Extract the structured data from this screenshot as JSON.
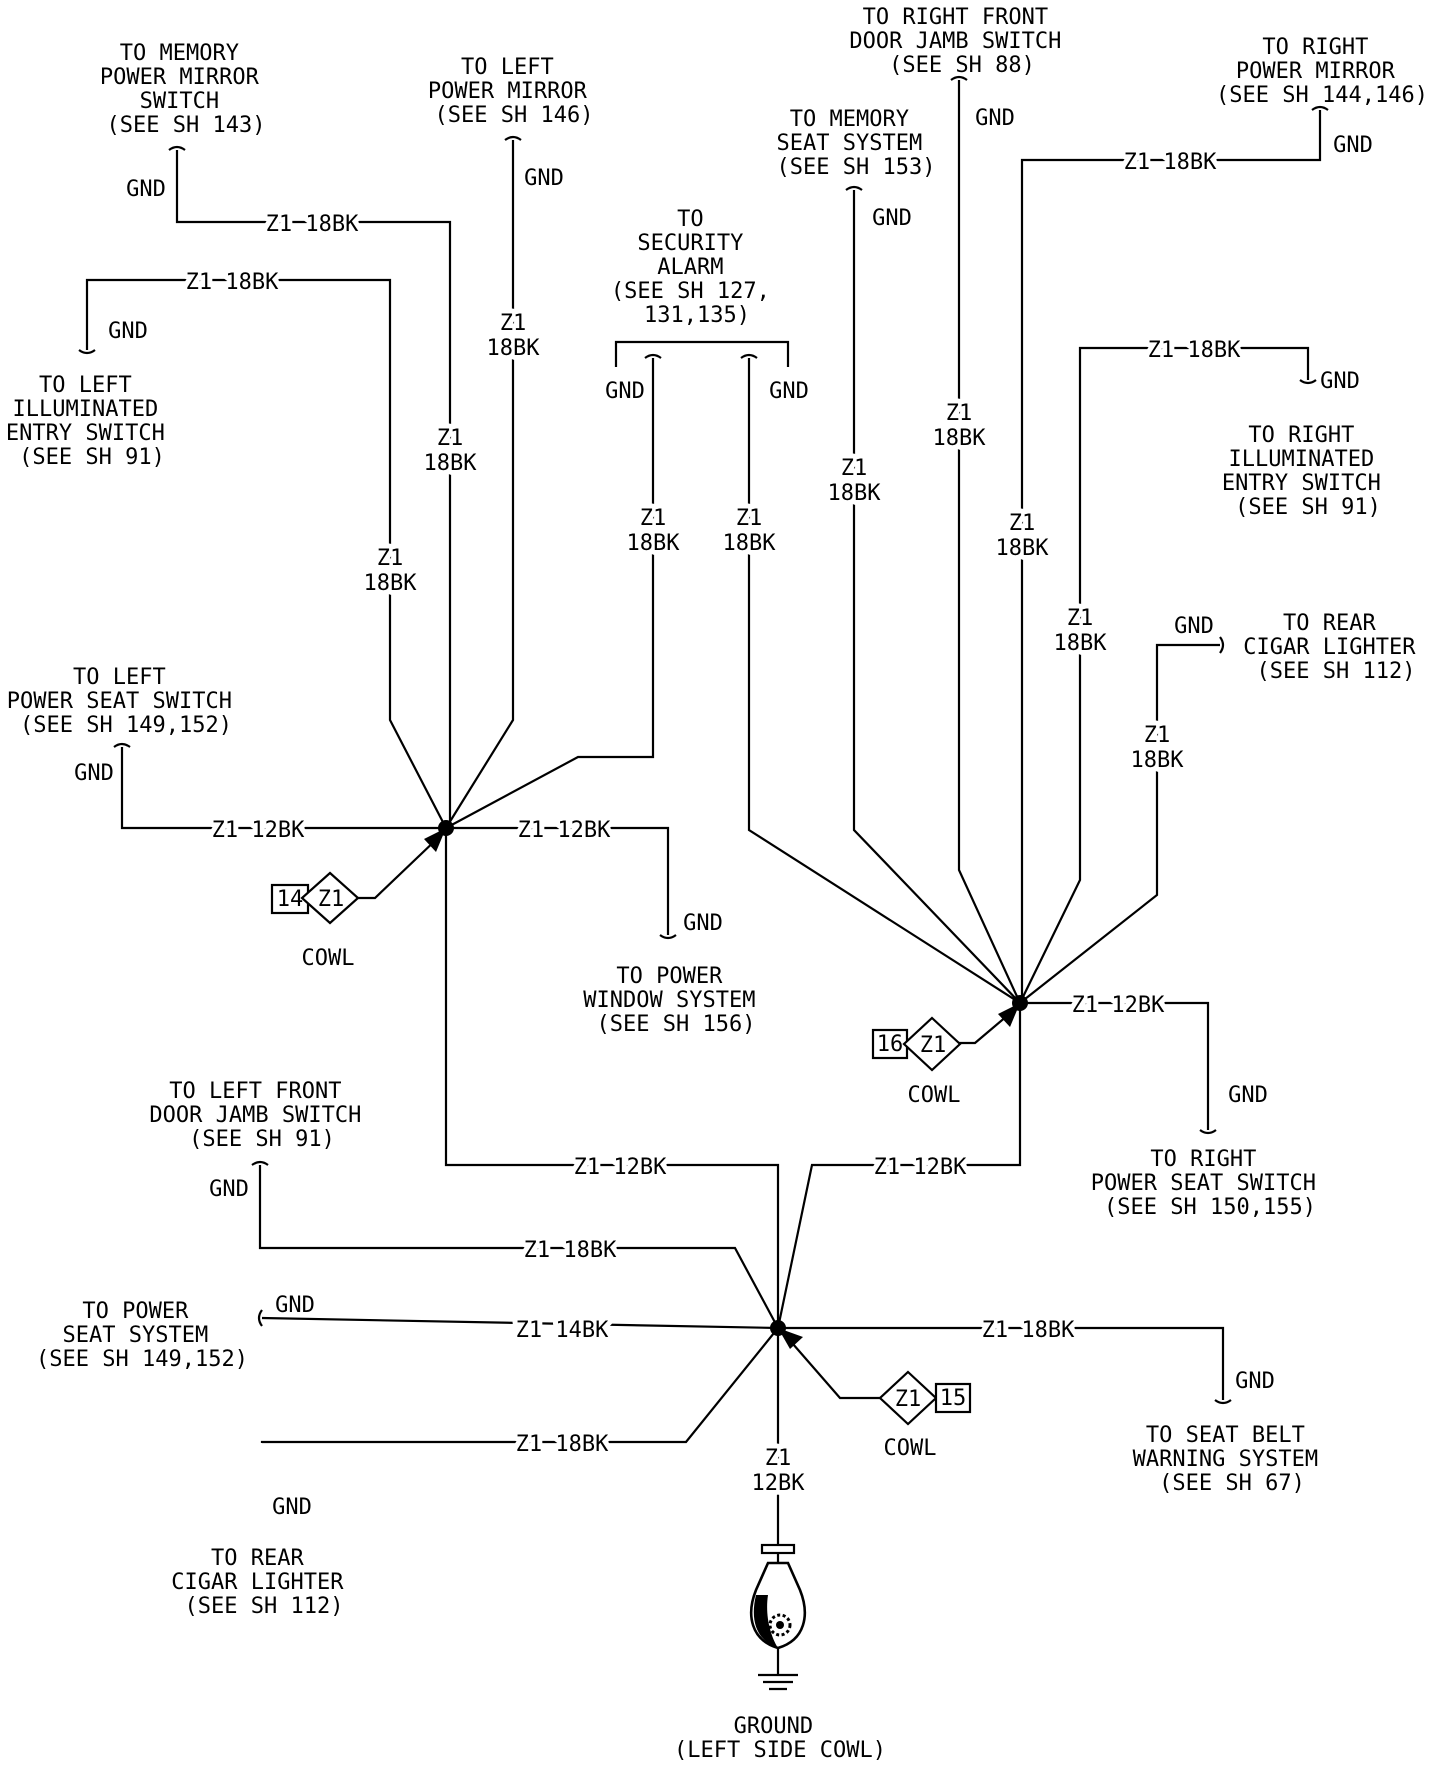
{
  "wire_labels": {
    "z1_18bk": "Z1 18BK",
    "z1_12bk": "Z1 12BK",
    "z1_14bk": "Z1 14BK",
    "z1": "Z1",
    "bk18": "18BK",
    "bk12": "12BK",
    "gnd": "GND"
  },
  "connectors": {
    "cowl": "COWL",
    "c14": "14",
    "c16": "16",
    "c15": "15",
    "z1": "Z1"
  },
  "destinations": {
    "memory_mirror": [
      "TO MEMORY",
      "POWER MIRROR",
      "SWITCH",
      "(SEE SH 143)"
    ],
    "left_mirror": [
      "TO LEFT",
      "POWER MIRROR",
      "(SEE SH 146)"
    ],
    "right_door_jamb": [
      "TO RIGHT FRONT",
      "DOOR JAMB SWITCH",
      "(SEE SH 88)"
    ],
    "right_mirror": [
      "TO RIGHT",
      "POWER MIRROR",
      "(SEE SH 144,146)"
    ],
    "memory_seat": [
      "TO MEMORY",
      "SEAT SYSTEM",
      "(SEE SH 153)"
    ],
    "security_alarm": [
      "TO",
      "SECURITY",
      "ALARM",
      "(SEE SH 127,",
      "131,135)"
    ],
    "left_illum_entry": [
      "TO LEFT",
      "ILLUMINATED",
      "ENTRY SWITCH",
      "(SEE SH 91)"
    ],
    "right_illum_entry": [
      "TO RIGHT",
      "ILLUMINATED",
      "ENTRY SWITCH",
      "(SEE SH 91)"
    ],
    "rear_cigar_top": [
      "TO REAR",
      "CIGAR LIGHTER",
      "(SEE SH 112)"
    ],
    "left_power_seat": [
      "TO LEFT",
      "POWER SEAT SWITCH",
      "(SEE SH 149,152)"
    ],
    "power_window": [
      "TO POWER",
      "WINDOW SYSTEM",
      "(SEE SH 156)"
    ],
    "right_power_seat": [
      "TO RIGHT",
      "POWER SEAT SWITCH",
      "(SEE SH 150,155)"
    ],
    "left_door_jamb": [
      "TO LEFT FRONT",
      "DOOR JAMB SWITCH",
      "(SEE SH 91)"
    ],
    "power_seat_system": [
      "TO POWER",
      "SEAT SYSTEM",
      "(SEE SH 149,152)"
    ],
    "seat_belt": [
      "TO SEAT BELT",
      "WARNING SYSTEM",
      "(SEE SH 67)"
    ],
    "rear_cigar_bottom": [
      "TO REAR",
      "CIGAR LIGHTER",
      "(SEE SH 112)"
    ],
    "ground": [
      "GROUND",
      "(LEFT SIDE COWL)"
    ]
  }
}
